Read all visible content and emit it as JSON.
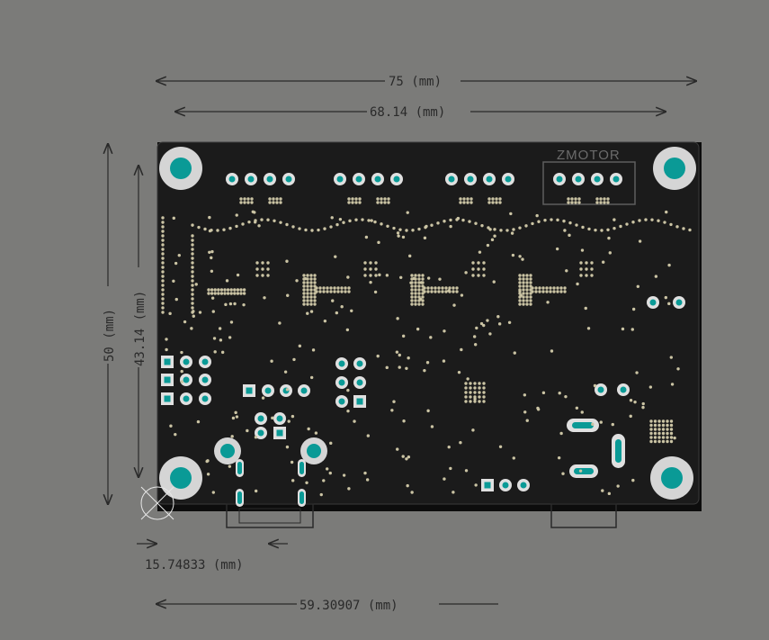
{
  "dimensions": {
    "width_total": "75 (mm)",
    "width_holes": "68.14 (mm)",
    "height_total": "50 (mm)",
    "height_holes": "43.14 (mm)",
    "offset_x": "15.74833 (mm)",
    "offset_x2": "59.30907 (mm)"
  },
  "board": {
    "silkscreen_label": "ZMOTOR"
  },
  "colors": {
    "background": "#7b7b79",
    "board": "#1a1a1a",
    "pad_ring": "#d5d5d5",
    "pad_fill": "#0a9a96",
    "dimension_line": "#2a2a2a",
    "via": "#c8c0a0"
  }
}
